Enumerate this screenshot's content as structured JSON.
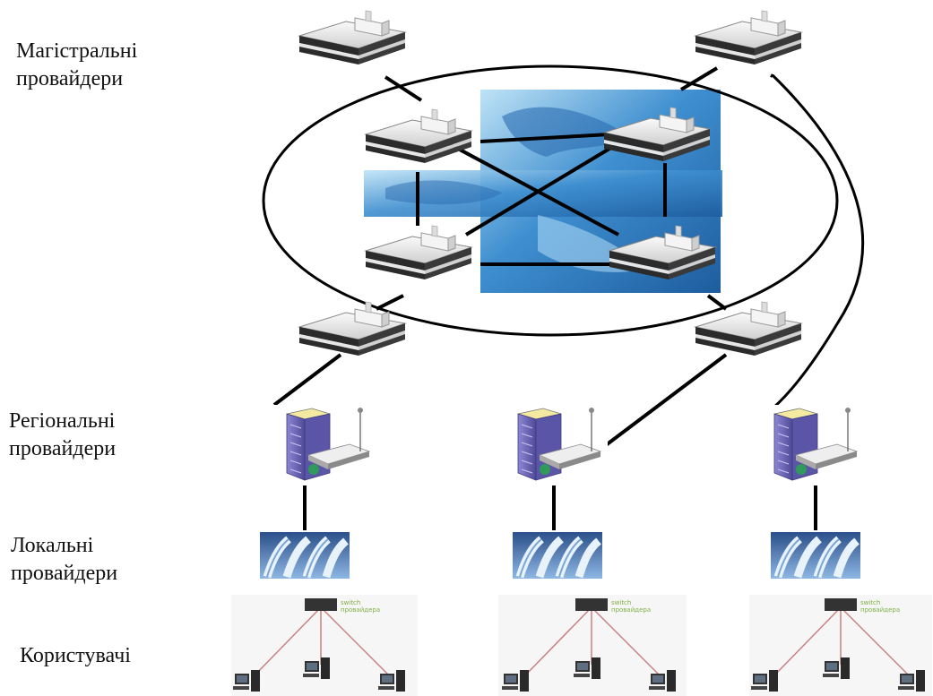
{
  "labels": {
    "backbone": "Магістральні\nпровайдери",
    "regional": "Регіональні\nпровайдери",
    "local": "Локальні\nпровайдери",
    "users": "Користувачі"
  },
  "user_groups": [
    {
      "switch_caption": "switch \nпровайдера"
    },
    {
      "switch_caption": "switch \nпровайдера"
    },
    {
      "switch_caption": "switch \nпровайдера"
    }
  ],
  "icons": {
    "backbone_router": "router-icon",
    "regional_provider": "server-building-icon",
    "local_provider": "network-cables-icon",
    "user_pc": "computer-icon",
    "network_switch": "switch-icon",
    "world_map": "globe-icon"
  },
  "colors": {
    "globe_blue": "#3f8fd0",
    "building_purple": "#6f69b8",
    "user_link": "#c98080"
  }
}
